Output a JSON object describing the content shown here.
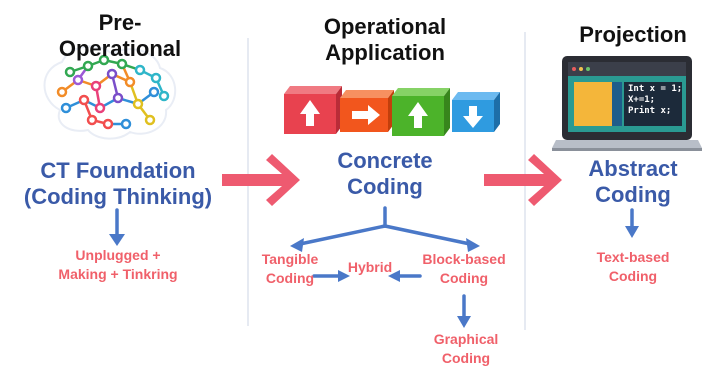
{
  "columns": {
    "pre": {
      "title_line1": "Pre-",
      "title_line2": "Operational",
      "main_line1": "CT Foundation",
      "main_line2": "(Coding Thinking)",
      "sub_line1": "Unplugged +",
      "sub_line2": "Making + Tinkring"
    },
    "application": {
      "title_line1": "Operational",
      "title_line2": "Application",
      "main_line1": "Concrete",
      "main_line2": "Coding",
      "tangible_line1": "Tangible",
      "tangible_line2": "Coding",
      "hybrid": "Hybrid",
      "block_line1": "Block-based",
      "block_line2": "Coding",
      "graphical_line1": "Graphical",
      "graphical_line2": "Coding"
    },
    "projection": {
      "title": "Projection",
      "main_line1": "Abstract",
      "main_line2": "Coding",
      "sub_line1": "Text-based",
      "sub_line2": "Coding"
    }
  },
  "laptop_code": {
    "line1": "Int x = 1;",
    "line2": "X+=1;",
    "line3": "Print x;"
  },
  "block_icons": [
    "arrow-up-icon",
    "arrow-right-icon",
    "arrow-up-icon",
    "arrow-down-icon"
  ],
  "colors": {
    "blue_text": "#3a5aa8",
    "red_text": "#f0606a",
    "big_arrow": "#ee5a70",
    "connector": "#4a78c8",
    "block_red": "#e8424f",
    "block_orange": "#f2561d",
    "block_green": "#4cb32a",
    "block_blue": "#2f9be0"
  }
}
